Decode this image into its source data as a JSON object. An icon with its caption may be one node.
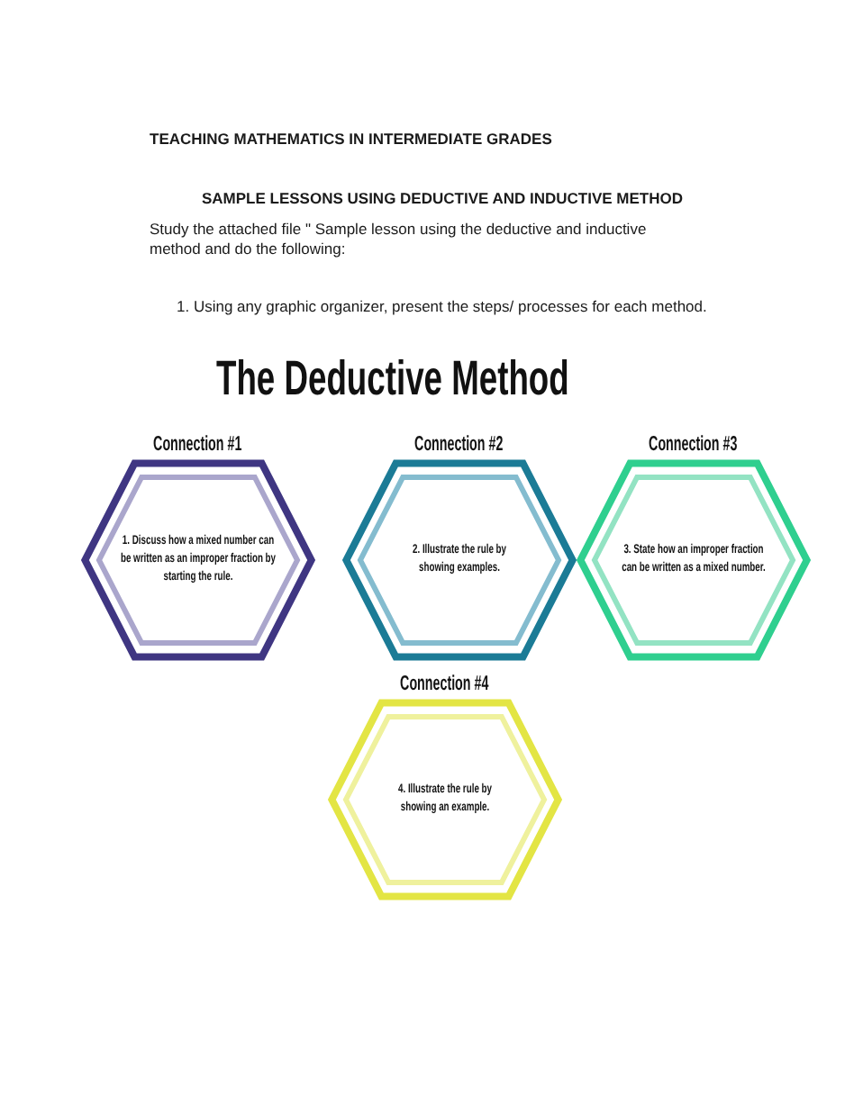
{
  "diagram": {
    "title": "The Deductive Method",
    "nodes": [
      {
        "text": [
          "Connection #1",
          "1. Discuss how a mixed number can be written as an improper fraction by starting the rule."
        ]
      },
      {
        "text": [
          "Connection #2",
          "2. Illustrate the rule by showing examples."
        ]
      },
      {
        "text": [
          "Connection #3",
          "3. State how an improper fraction can be written as a mixed number."
        ]
      },
      {
        "text": [
          "Connection #4",
          "4. Illustrate the rule by showing an example."
        ]
      }
    ],
    "labels": [
      "TEACHING MATHEMATICS IN INTERMEDIATE GRADES",
      "SAMPLE LESSONS USING DEDUCTIVE AND INDUCTIVE METHOD",
      "Study the attached file \" Sample lesson using the deductive and inductive method and do the following:",
      "1. Using any graphic organizer, present the steps/ processes for each method."
    ]
  }
}
